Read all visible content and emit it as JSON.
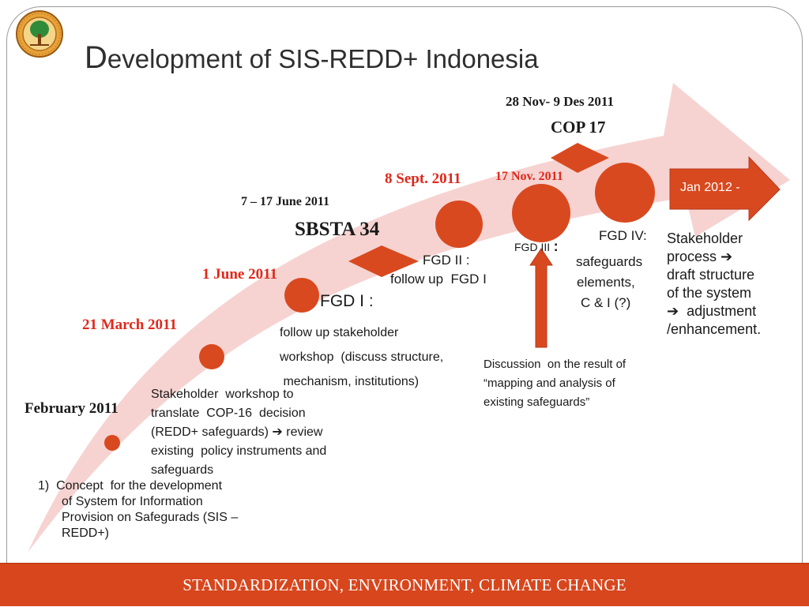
{
  "title": {
    "first_letter": "D",
    "rest": "evelopment of SIS-REDD+ Indonesia"
  },
  "logo": {
    "icon": "tree-emblem-icon"
  },
  "timeline": {
    "february": "February 2011",
    "march": "21 March 2011",
    "june1": "1 June 2011",
    "june_range": "7 – 17 June 2011",
    "sbsta": "SBSTA 34",
    "sept": "8 Sept. 2011",
    "nov17": "17 Nov. 2011",
    "cop_dates": "28 Nov- 9 Des 2011",
    "cop": "COP 17",
    "jan": "Jan 2012 -"
  },
  "notes": {
    "concept": [
      "1)  Concept  for the development",
      "of System  for Information",
      "Provision on Safegurads (SIS –",
      "REDD+)"
    ],
    "workshop": [
      "Stakeholder  workshop to",
      "translate  COP-16  decision",
      "(REDD+ safeguards) ➔ review",
      "existing  policy instruments and",
      "safeguards"
    ],
    "fgd1_title": "FGD I :",
    "fgd1": [
      "follow up stakeholder",
      "workshop  (discuss structure,",
      " mechanism, institutions)"
    ],
    "fgd2_title": "FGD II :",
    "fgd2": "follow up  FGD I",
    "fgd3_title": "FGD III",
    "fgd3_colon": ":",
    "discussion": [
      "Discussion  on the result of",
      "“mapping and analysis of",
      "existing safeguards”"
    ],
    "fgd4_title": "FGD IV:",
    "fgd4": [
      "safeguards",
      "elements,",
      "C & I (?)"
    ],
    "stakeholder": [
      "Stakeholder",
      "process ➔",
      "draft structure",
      "of the system",
      "➔  adjustment",
      "/enhancement."
    ]
  },
  "footer": "STANDARDIZATION, ENVIRONMENT, CLIMATE CHANGE",
  "colors": {
    "accent": "#d9491f",
    "band": "#f6d3d1",
    "date_red": "#e0281b",
    "footer_bg": "#d7461d"
  }
}
